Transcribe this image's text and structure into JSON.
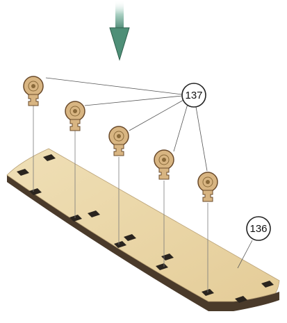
{
  "diagram": {
    "part_callouts": [
      {
        "label": "137",
        "ref": "pegs"
      },
      {
        "label": "136",
        "ref": "base-board"
      }
    ],
    "insert_direction": "down",
    "peg_count": 5,
    "colors": {
      "board_top": "#e9d6a6",
      "board_edge": "#4a3a2a",
      "peg_wood": "#d8b582",
      "peg_edge": "#6a4a2a",
      "arrow_fill": "#4e8f77",
      "leader_line": "#555555"
    }
  }
}
